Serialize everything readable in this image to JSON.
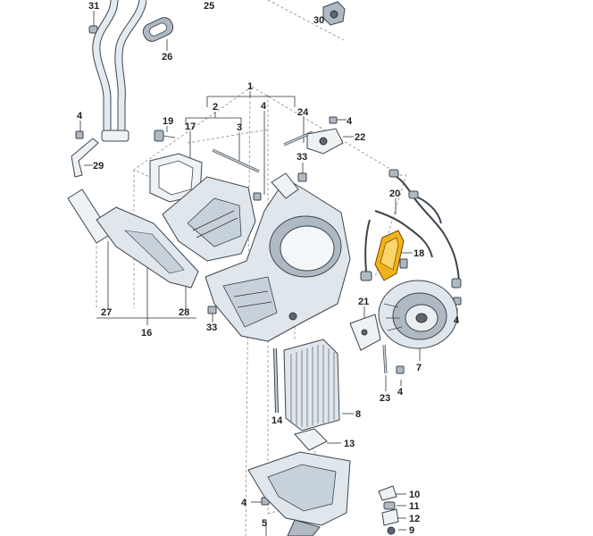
{
  "diagram": {
    "callouts": [
      {
        "id": "c31",
        "text": "31"
      },
      {
        "id": "c25",
        "text": "25"
      },
      {
        "id": "c30",
        "text": "30"
      },
      {
        "id": "c26",
        "text": "26"
      },
      {
        "id": "c1",
        "text": "1"
      },
      {
        "id": "c2",
        "text": "2"
      },
      {
        "id": "c3",
        "text": "3"
      },
      {
        "id": "c4a",
        "text": "4"
      },
      {
        "id": "c4b",
        "text": "4"
      },
      {
        "id": "c24",
        "text": "24"
      },
      {
        "id": "c4c",
        "text": "4"
      },
      {
        "id": "c19",
        "text": "19"
      },
      {
        "id": "c17",
        "text": "17"
      },
      {
        "id": "c22",
        "text": "22"
      },
      {
        "id": "c29",
        "text": "29"
      },
      {
        "id": "c33a",
        "text": "33"
      },
      {
        "id": "c20",
        "text": "20"
      },
      {
        "id": "c18",
        "text": "18"
      },
      {
        "id": "c27",
        "text": "27"
      },
      {
        "id": "c28",
        "text": "28"
      },
      {
        "id": "c16",
        "text": "16"
      },
      {
        "id": "c33b",
        "text": "33"
      },
      {
        "id": "c21",
        "text": "21"
      },
      {
        "id": "c4d",
        "text": "4"
      },
      {
        "id": "c7",
        "text": "7"
      },
      {
        "id": "c23",
        "text": "23"
      },
      {
        "id": "c4e",
        "text": "4"
      },
      {
        "id": "c14",
        "text": "14"
      },
      {
        "id": "c8",
        "text": "8"
      },
      {
        "id": "c13",
        "text": "13"
      },
      {
        "id": "c4f",
        "text": "4"
      },
      {
        "id": "c5",
        "text": "5"
      },
      {
        "id": "c10",
        "text": "10"
      },
      {
        "id": "c11",
        "text": "11"
      },
      {
        "id": "c12",
        "text": "12"
      },
      {
        "id": "c9",
        "text": "9"
      }
    ],
    "highlight_color": "#f2b21e",
    "part_color": "#dfe6ec",
    "outline_color": "#3c444c"
  }
}
